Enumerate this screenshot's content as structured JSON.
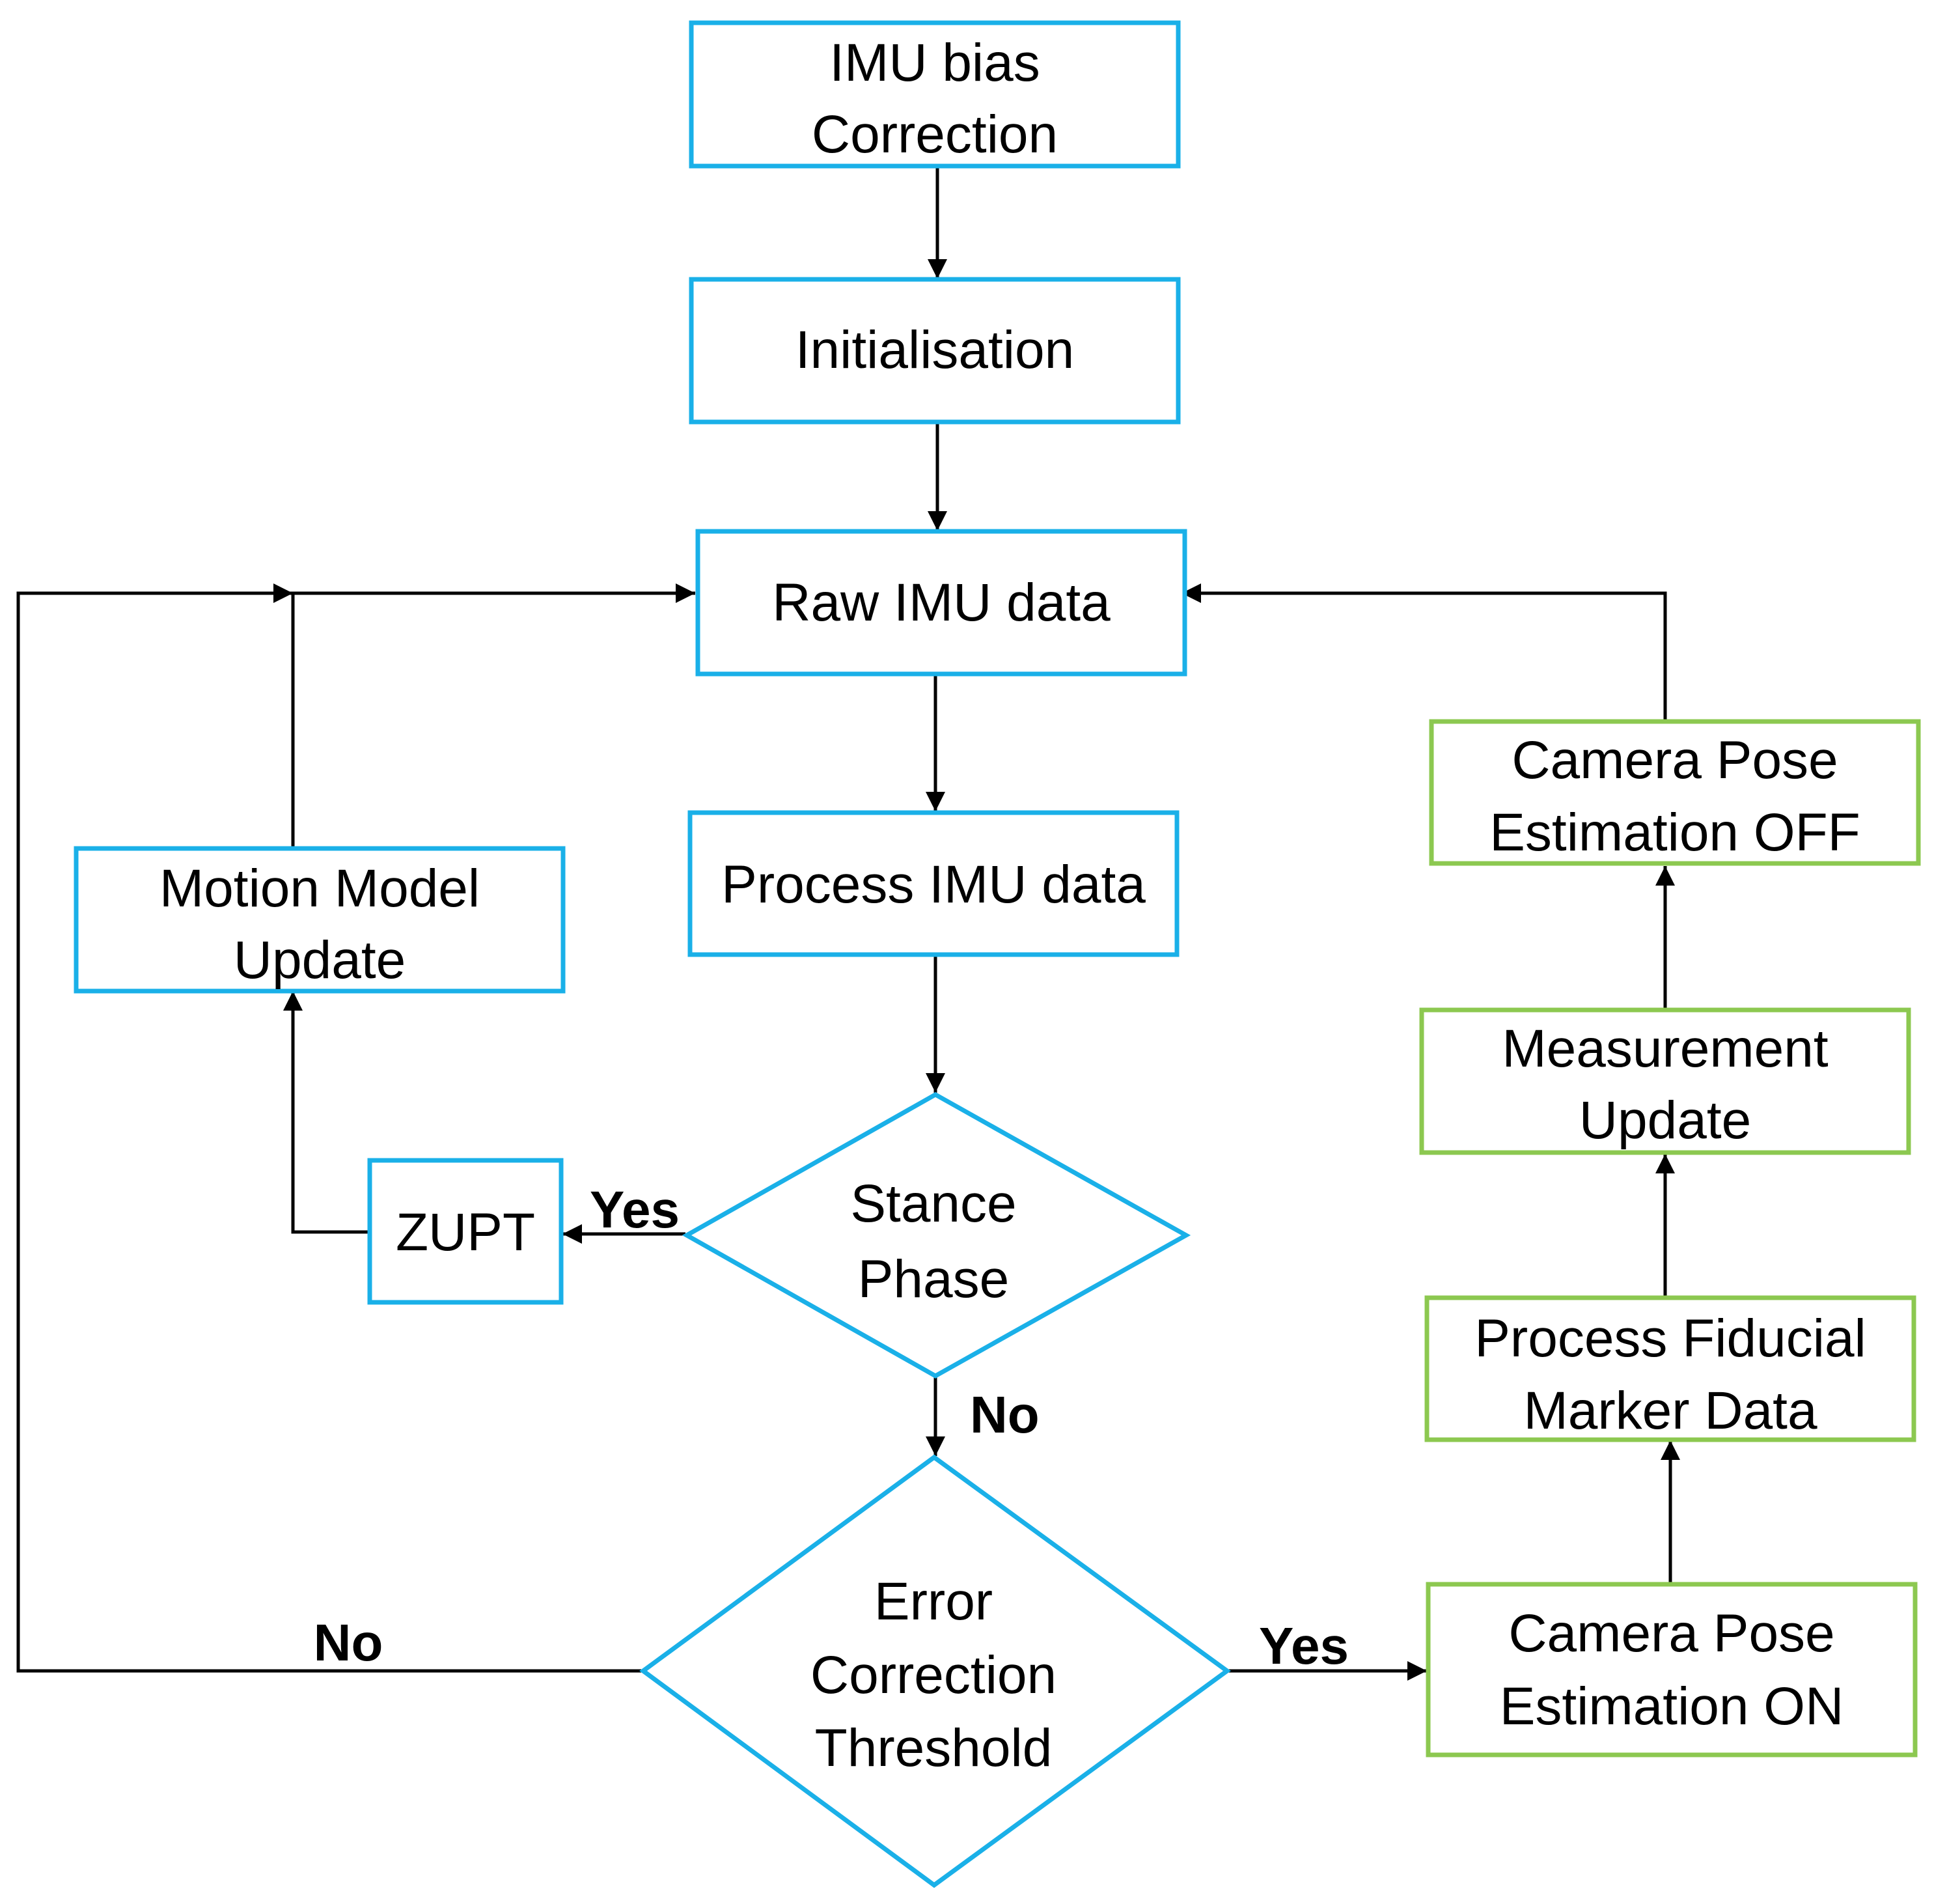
{
  "colors": {
    "blue_node_border": "#1ab0e8",
    "green_node_border": "#8cc850",
    "connector": "#000000",
    "background": "#ffffff"
  },
  "nodes": {
    "imu_bias": {
      "lines": [
        "IMU bias",
        "Correction"
      ]
    },
    "initialisation": {
      "lines": [
        "Initialisation"
      ]
    },
    "raw_imu": {
      "lines": [
        "Raw IMU data"
      ]
    },
    "process_imu": {
      "lines": [
        "Process IMU data"
      ]
    },
    "stance_phase": {
      "lines": [
        "Stance",
        "Phase"
      ]
    },
    "zupt": {
      "lines": [
        "ZUPT"
      ]
    },
    "motion_model": {
      "lines": [
        "Motion Model",
        "Update"
      ]
    },
    "error_threshold": {
      "lines": [
        "Error",
        "Correction",
        "Threshold"
      ]
    },
    "camera_on": {
      "lines": [
        "Camera Pose",
        "Estimation ON"
      ]
    },
    "fiducial": {
      "lines": [
        "Process Fiducial",
        "Marker Data"
      ]
    },
    "measurement": {
      "lines": [
        "Measurement",
        "Update"
      ]
    },
    "camera_off": {
      "lines": [
        "Camera Pose",
        "Estimation OFF"
      ]
    }
  },
  "edge_labels": {
    "stance_yes": "Yes",
    "stance_no": "No",
    "threshold_no": "No",
    "threshold_yes": "Yes"
  }
}
